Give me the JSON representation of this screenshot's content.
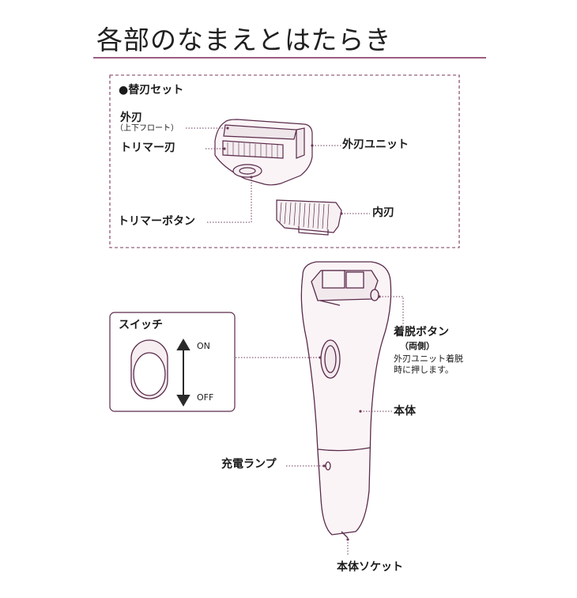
{
  "page": {
    "title": "各部のなまえとはたらき"
  },
  "replacement_set": {
    "heading": "●替刃セット",
    "outer_blade": "外刃",
    "outer_blade_sub": "（上下フロート）",
    "trimmer_blade": "トリマー刃",
    "trimmer_button": "トリマーボタン",
    "outer_blade_unit": "外刃ユニット",
    "inner_blade": "内刃"
  },
  "switch_box": {
    "heading": "スイッチ",
    "on": "ON",
    "off": "OFF"
  },
  "body_labels": {
    "release_button": "着脱ボタン",
    "release_button_sub": "（両側）",
    "release_note_1": "外刃ユニット着脱",
    "release_note_2": "時に押します。",
    "main_body": "本体",
    "charge_lamp": "充電ランプ",
    "body_socket": "本体ソケット"
  },
  "colors": {
    "accent": "#7a2a5a",
    "line": "#5a2a4a",
    "shaver_fill": "#fbf4f6"
  }
}
